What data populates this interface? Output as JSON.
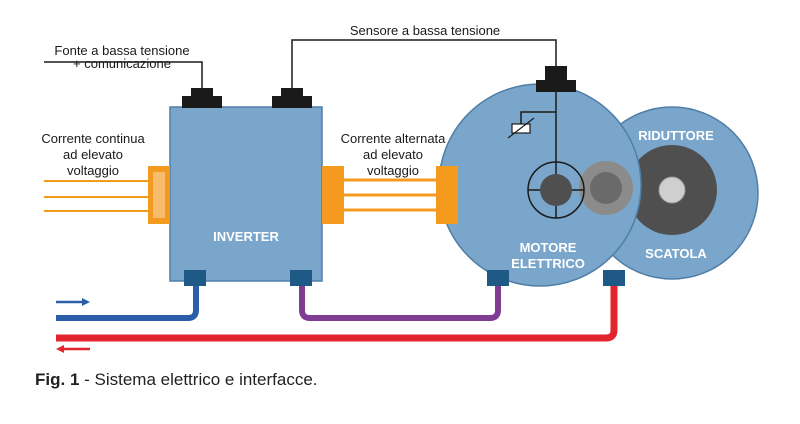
{
  "labels": {
    "low_voltage_source_line1": "Fonte a bassa tensione",
    "low_voltage_source_line2": "+ comunicazione",
    "low_voltage_sensor": "Sensore a bassa tensione",
    "dc_line1": "Corrente continua",
    "dc_line2": "ad elevato",
    "dc_line3": "voltaggio",
    "ac_line1": "Corrente alternata",
    "ac_line2": "ad elevato",
    "ac_line3": "voltaggio",
    "inverter": "INVERTER",
    "motor_line1": "MOTORE",
    "motor_line2": "ELETTRICO",
    "gearbox_line1": "RIDUTTORE",
    "gearbox_line2": "SCATOLA"
  },
  "caption": {
    "prefix": "Fig. 1",
    "text": " - Sistema elettrico e interfacce."
  },
  "colors": {
    "component_fill": "#7aa6cc",
    "component_stroke": "#4f7ea6",
    "connector": "#222222",
    "high_voltage": "#f39a1f",
    "coolant_cold": "#2b5ea8",
    "coolant_mid": "#7e3d93",
    "coolant_hot": "#e3262e",
    "port": "#1f5a87"
  }
}
